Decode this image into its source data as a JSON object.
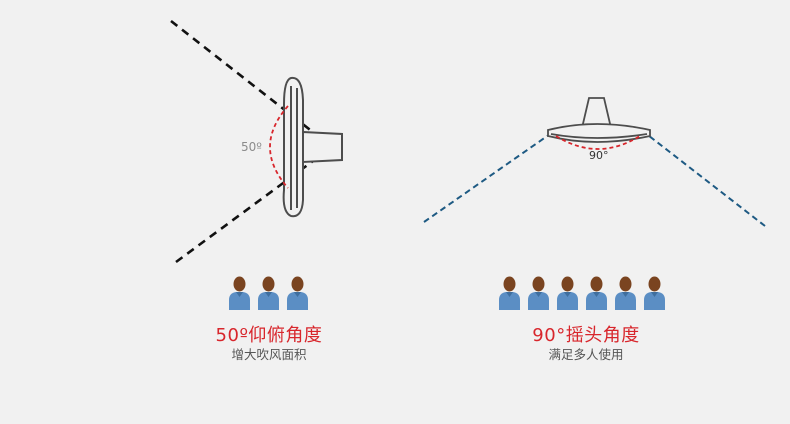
{
  "left_panel": {
    "angle_label": "50º",
    "caption_title": "50º仰俯角度",
    "caption_sub": "增大吹风面积",
    "people_count": 3
  },
  "right_panel": {
    "angle_label": "90°",
    "caption_title": "90°摇头角度",
    "caption_sub": "满足多人使用",
    "people_count": 6
  },
  "colors": {
    "background": "#f1f1f1",
    "fan_outline": "#4d4d4d",
    "left_lines": "#111111",
    "right_lines": "#1e5a83",
    "arc": "#d8262c",
    "caption_red": "#d8262c",
    "caption_grey": "#555555",
    "person_body": "#5b8ec4",
    "person_head": "#7a4420"
  }
}
